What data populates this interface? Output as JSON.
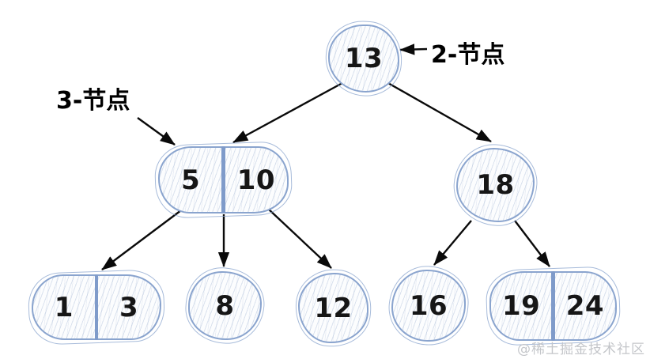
{
  "figure": {
    "title": "2-3 tree diagram",
    "annotations": {
      "two_node": "2-节点",
      "three_node": "3-节点"
    },
    "watermark": "@稀土掘金技术社区",
    "colors": {
      "node_stroke": "#8aa4ce",
      "node_fill": "#fcfdfe",
      "hatch": "#92a8cc",
      "divider": "#7f9bca",
      "arrow": "#0a0a0a",
      "key_text": "#161616",
      "annotation_text": "#000000",
      "watermark_text": "#c4c6ca"
    },
    "tree": {
      "nodes": {
        "root": {
          "keys": [
            "13"
          ]
        },
        "left": {
          "keys": [
            "5",
            "10"
          ]
        },
        "right": {
          "keys": [
            "18"
          ]
        },
        "leaf1": {
          "keys": [
            "1",
            "3"
          ]
        },
        "leaf2": {
          "keys": [
            "8"
          ]
        },
        "leaf3": {
          "keys": [
            "12"
          ]
        },
        "leaf4": {
          "keys": [
            "16"
          ]
        },
        "leaf5": {
          "keys": [
            "19",
            "24"
          ]
        }
      },
      "edges": [
        {
          "from": "13",
          "to": "5,10"
        },
        {
          "from": "13",
          "to": "18"
        },
        {
          "from": "5,10",
          "to": "1,3"
        },
        {
          "from": "5,10",
          "to": "8"
        },
        {
          "from": "5,10",
          "to": "12"
        },
        {
          "from": "18",
          "to": "16"
        },
        {
          "from": "18",
          "to": "19,24"
        }
      ],
      "annotation_targets": {
        "two_node_points_to": "13",
        "three_node_points_to": "5,10"
      }
    }
  }
}
